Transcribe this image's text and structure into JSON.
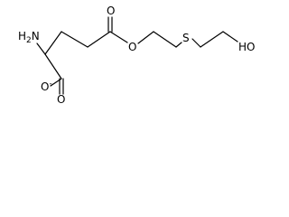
{
  "molecule": {
    "atoms": {
      "amine": {
        "element": "H",
        "count": "2",
        "tail": "N"
      },
      "carboxylate_o": {
        "element": "O",
        "charge": "-"
      },
      "carboxylate_o2": {
        "element": "O"
      },
      "ester_carbonyl_o": {
        "element": "O"
      },
      "ester_o": {
        "element": "O"
      },
      "thioether_s": {
        "element": "S"
      },
      "hydroxyl": {
        "element": "HO"
      }
    }
  }
}
